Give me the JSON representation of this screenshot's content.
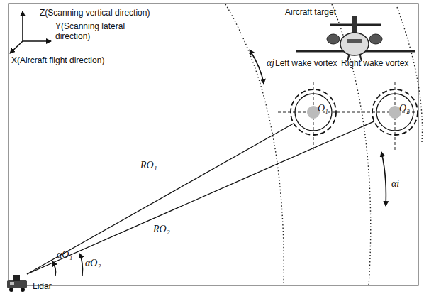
{
  "diagram": {
    "nodes": [
      {
        "text": [
          "Left wake vortex",
          "O₁"
        ]
      },
      {
        "text": [
          "Right wake vortex",
          "O₂"
        ]
      },
      {
        "text": [
          "Lidar"
        ]
      }
    ],
    "edges": [
      {
        "from": 2,
        "to": 0,
        "arrow": "none",
        "label": "RO₁"
      },
      {
        "from": 2,
        "to": 1,
        "arrow": "none",
        "label": "RO₂"
      }
    ],
    "labels": [
      "Z(Scanning vertical direction)",
      "Y(Scanning lateral direction)",
      "X(Aircraft flight direction)",
      "Aircraft target",
      "αj",
      "αi",
      "αO₁",
      "αO₂"
    ]
  }
}
